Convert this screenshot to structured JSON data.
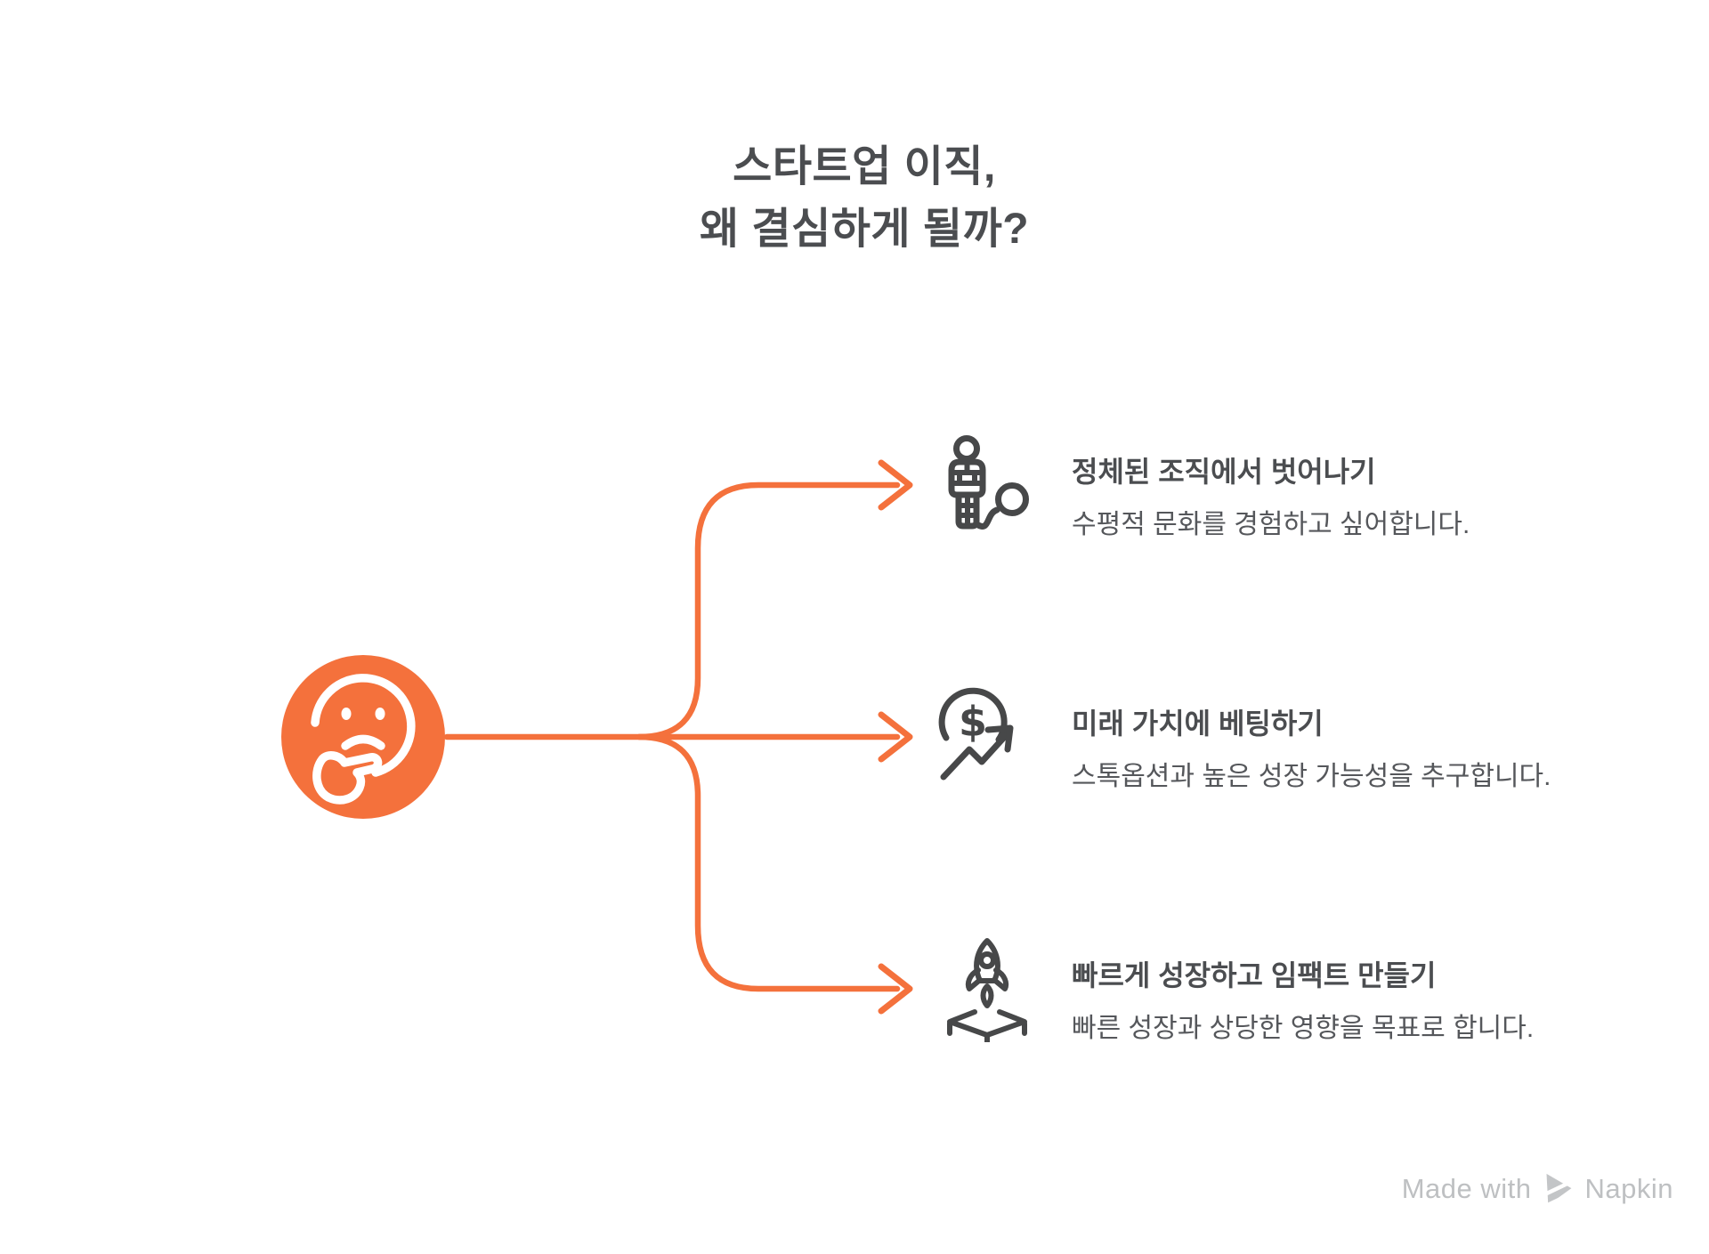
{
  "title": {
    "line1": "스타트업 이직,",
    "line2": "왜 결심하게 될까?"
  },
  "center_node": {
    "icon": "thinking-face-icon"
  },
  "branches": [
    {
      "icon": "person-ball-chain-icon",
      "title": "정체된 조직에서 벗어나기",
      "description": "수평적 문화를 경험하고 싶어합니다."
    },
    {
      "icon": "dollar-growth-icon",
      "title": "미래 가치에 베팅하기",
      "description": "스톡옵션과 높은 성장 가능성을 추구합니다."
    },
    {
      "icon": "rocket-launch-icon",
      "title": "빠르게 성장하고 임팩트 만들기",
      "description": "빠른 성장과 상당한 영향을 목표로 합니다."
    }
  ],
  "watermark": {
    "text_prefix": "Made with",
    "brand": "Napkin",
    "logo": "napkin-logo-icon"
  },
  "colors": {
    "accent_orange": "#F4713C",
    "icon_gray": "#474849",
    "title_gray": "#4B4D50",
    "desc_gray": "#55575B",
    "watermark_gray": "#BEC0C2",
    "background": "#FFFFFF"
  }
}
